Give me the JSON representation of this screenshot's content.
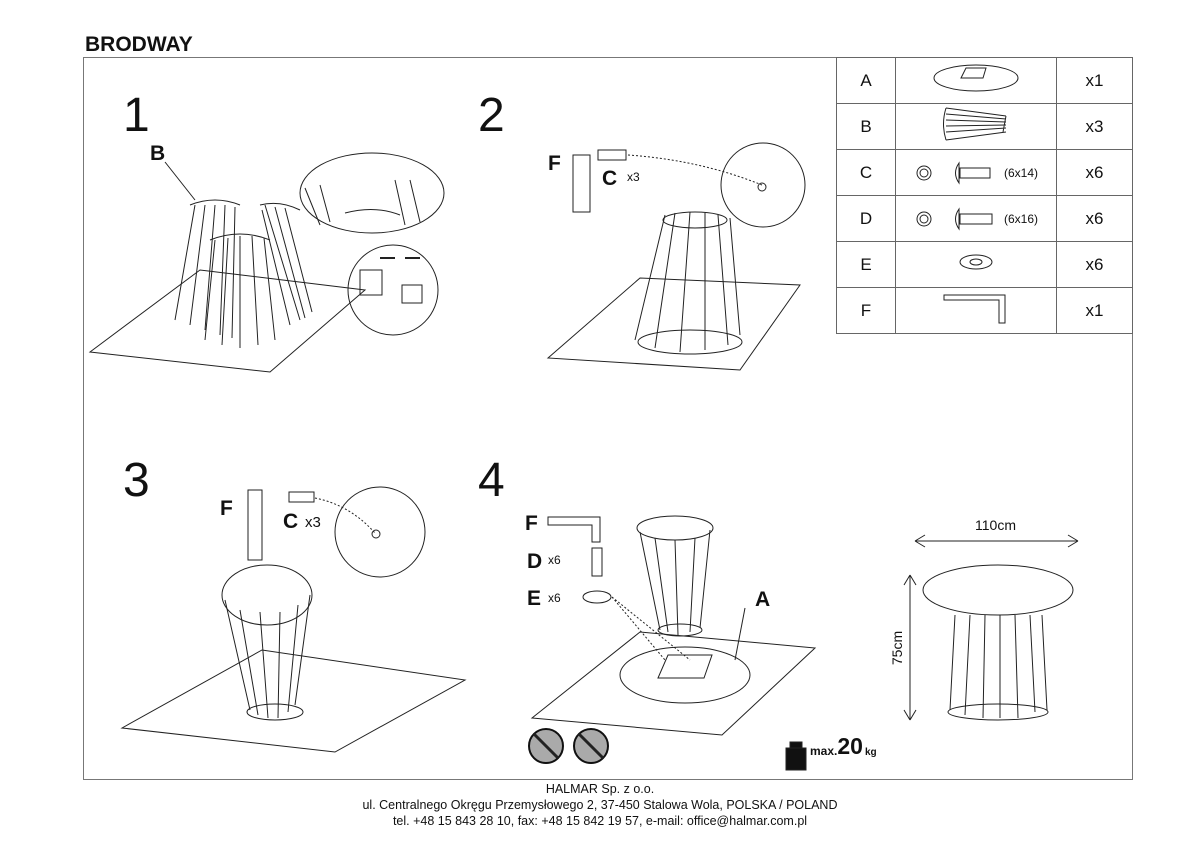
{
  "title": "BRODWAY",
  "steps": [
    "1",
    "2",
    "3",
    "4"
  ],
  "parts": [
    {
      "letter": "A",
      "icon": "table-top",
      "qty": "x1"
    },
    {
      "letter": "B",
      "icon": "leg-segment",
      "qty": "x3"
    },
    {
      "letter": "C",
      "icon": "bolt",
      "size": "(6x14)",
      "qty": "x6"
    },
    {
      "letter": "D",
      "icon": "bolt",
      "size": "(6x16)",
      "qty": "x6"
    },
    {
      "letter": "E",
      "icon": "washer",
      "qty": "x6"
    },
    {
      "letter": "F",
      "icon": "allen-key",
      "qty": "x1"
    }
  ],
  "step1": {
    "part": "B"
  },
  "step2": {
    "key": "F",
    "bolt": "C",
    "qty": "x3"
  },
  "step3": {
    "key": "F",
    "bolt": "C",
    "qty": "x3"
  },
  "step4": {
    "key": "F",
    "bolt": "D",
    "bolt_qty": "x6",
    "washer": "E",
    "washer_qty": "x6",
    "top": "A"
  },
  "dimensions": {
    "width": "110cm",
    "height": "75cm"
  },
  "max_load": {
    "prefix": "max.",
    "value": "20",
    "unit": "kg"
  },
  "footer": {
    "company": "HALMAR Sp. z o.o.",
    "address": "ul. Centralnego Okręgu Przemysłowego 2, 37-450 Stalowa Wola, POLSKA / POLAND",
    "contact": "tel. +48 15 843 28 10, fax: +48 15 842 19 57, e-mail: office@halmar.com.pl"
  }
}
